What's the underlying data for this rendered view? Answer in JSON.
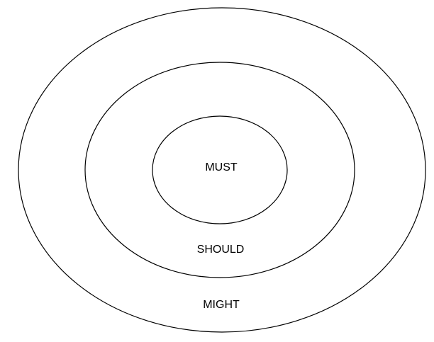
{
  "diagram": {
    "labels": {
      "inner": "MUST",
      "middle": "SHOULD",
      "outer": "MIGHT"
    },
    "stroke_color": "#000000",
    "background_color": "#ffffff"
  }
}
